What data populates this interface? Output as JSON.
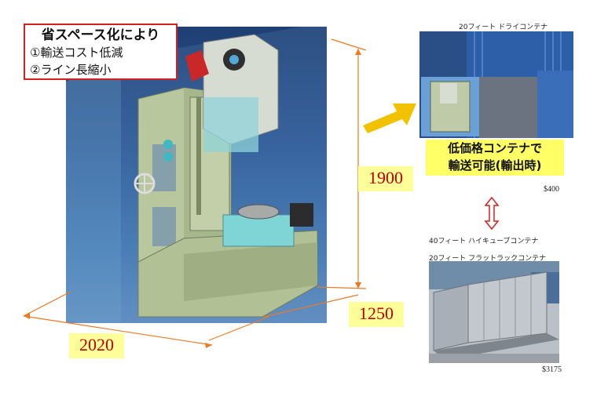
{
  "callout": {
    "title": "省スペース化により",
    "items": [
      "①輸送コスト低減",
      "②ライン長縮小"
    ]
  },
  "dimensions": {
    "height": "1900",
    "depth": "1250",
    "width": "2020"
  },
  "dry_container": {
    "caption": "20フィート ドライコンテナ",
    "note_lines": [
      "低価格コンテナで",
      "輸送可能(輸出時)"
    ],
    "price": "$400"
  },
  "alternatives": {
    "captions": [
      "40フィート ハイキューブコンテナ",
      "20フィート フラットラックコンテナ"
    ],
    "price": "$3175"
  },
  "colors": {
    "callout_border": "#d42020",
    "dimension_text": "#c00000",
    "dimension_bg": "#ffff99",
    "arrow": "#f2c200",
    "guide_lines": "#f07820",
    "double_arrow": "#d42020"
  }
}
